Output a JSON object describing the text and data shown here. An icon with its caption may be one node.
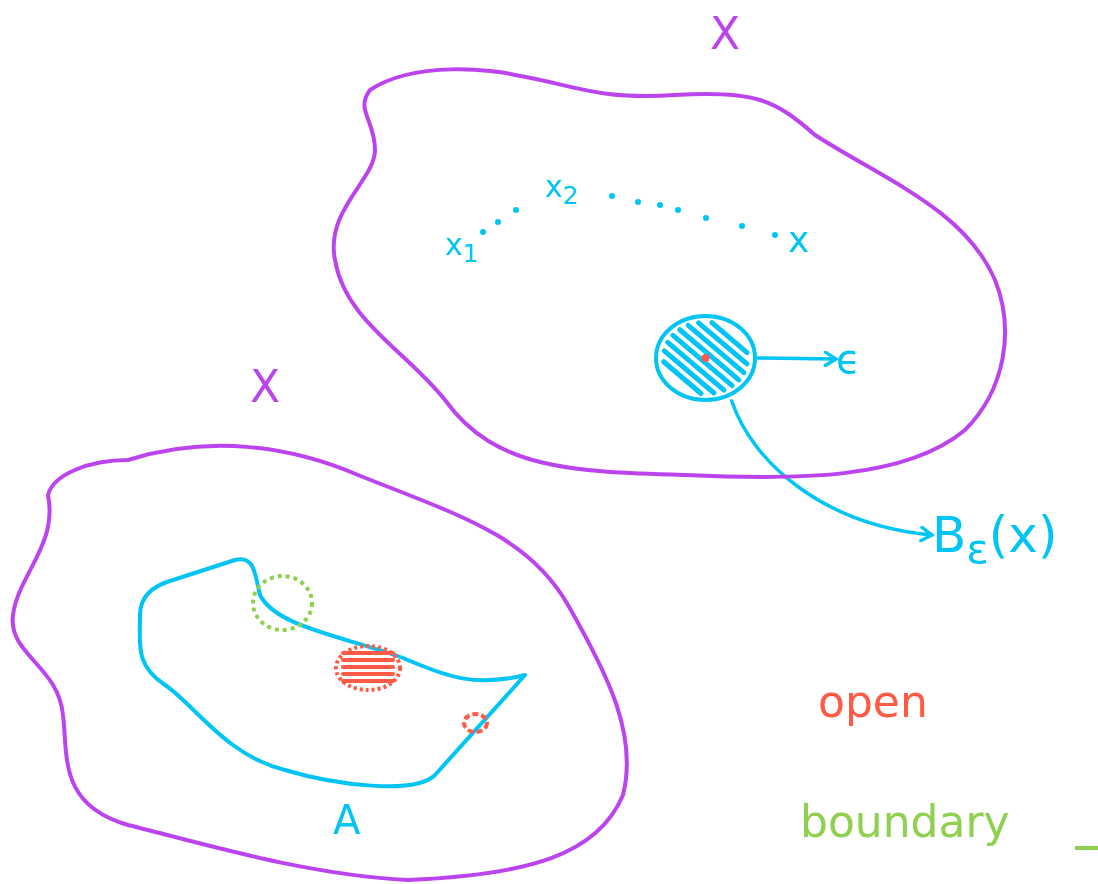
{
  "diagram": {
    "nodes": [
      {
        "text": [
          "X"
        ]
      },
      {
        "text": [],
        "shape": "circle",
        "in": 0
      },
      {
        "text": [
          "ϵ"
        ],
        "in": 0
      },
      {
        "text": [
          "B$_{ε}$(x)"
        ]
      },
      {
        "text": [
          "X"
        ]
      },
      {
        "text": [
          "A"
        ],
        "in": 4
      },
      {
        "text": [],
        "shape": "circle",
        "in": 4
      },
      {
        "text": [],
        "shape": "circle",
        "in": 5
      },
      {
        "text": [],
        "shape": "circle",
        "in": 5
      }
    ],
    "edges": [
      {
        "from": 1,
        "to": 2,
        "arrow": "to"
      },
      {
        "from": 1,
        "to": 3,
        "arrow": "to"
      }
    ],
    "labels": [
      "x$_{2}$",
      "x$_{1}$",
      "x",
      "open",
      "boundary"
    ]
  }
}
